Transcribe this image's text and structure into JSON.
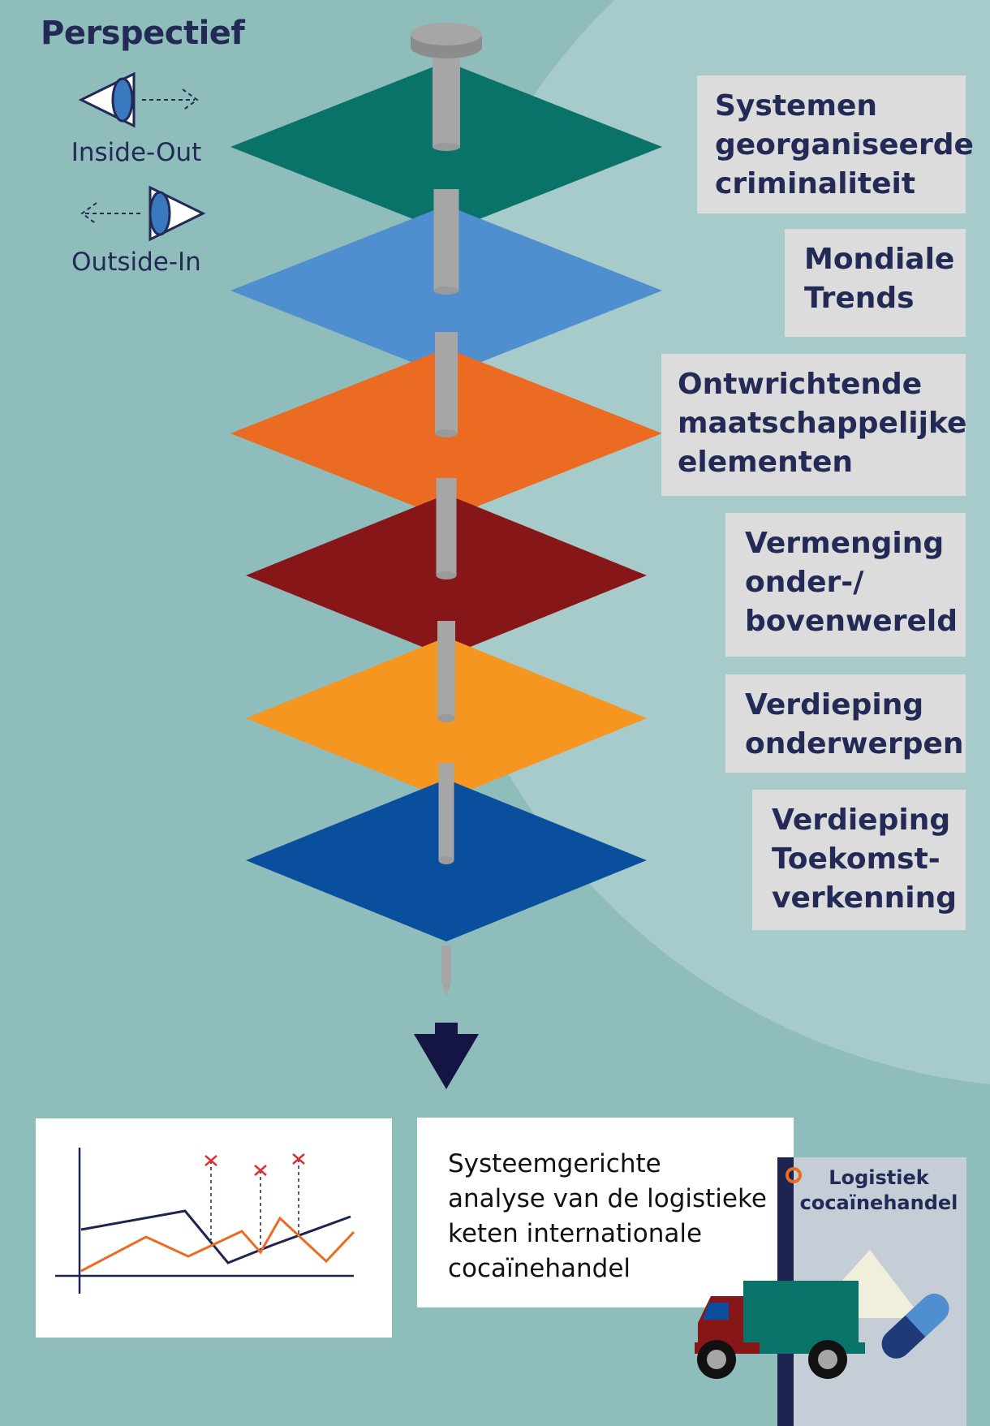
{
  "perspective": {
    "title": "Perspectief",
    "inside_out": "Inside-Out",
    "outside_in": "Outside-In"
  },
  "layers": [
    {
      "label": "Systemen\ngeorganiseerde\ncriminaliteit",
      "color": "#0a7369"
    },
    {
      "label": "Mondiale\nTrends",
      "color": "#4f8fd0"
    },
    {
      "label": "Ontwrichtende\nmaatschappelijke\nelementen",
      "color": "#ec6b22"
    },
    {
      "label": "Vermenging\nonder-/\nbovenwereld",
      "color": "#871619"
    },
    {
      "label": "Verdieping\nonderwerpen",
      "color": "#f49620"
    },
    {
      "label": "Verdieping\nToekomst-\nverkenning",
      "color": "#0a4f9e"
    }
  ],
  "result": {
    "text": "Systeemgerichte\nanalyse van de logistieke\nketen internationale\ncocaïnehandel",
    "book_title": "Logistiek\ncocaïnehandel"
  },
  "colors": {
    "background": "#8fbdbb",
    "background_light": "#a7cbca",
    "navy": "#222a55",
    "pin": "#a6a6a6",
    "chart_orange": "#ec6b22",
    "chart_navy": "#1e2450",
    "chart_marker": "#e03030"
  }
}
